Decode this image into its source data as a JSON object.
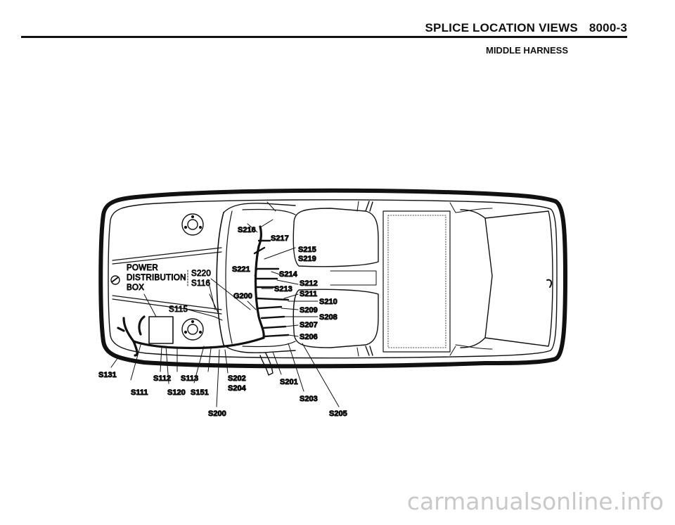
{
  "header": {
    "title": "SPLICE LOCATION VIEWS",
    "code": "8000-3",
    "subtitle": "MIDDLE HARNESS"
  },
  "diagram": {
    "power_box_lines": [
      "POWER",
      "DISTRIBUTION",
      "BOX"
    ],
    "labels": {
      "s216": "S216",
      "s217": "S217",
      "s215": "S215",
      "s219": "S219",
      "s221": "S221",
      "s214": "S214",
      "s212": "S212",
      "s220": "S220",
      "s116": "S116",
      "s213": "S213",
      "g200": "G200",
      "s211": "S211",
      "s210": "S210",
      "s209": "S209",
      "s208": "S208",
      "s115": "S115",
      "s207": "S207",
      "s206": "S206",
      "s131": "S131",
      "s112": "S112",
      "s113": "S113",
      "s202": "S202",
      "s204": "S204",
      "s201": "S201",
      "s111": "S111",
      "s120": "S120",
      "s151": "S151",
      "s203": "S203",
      "s200": "S200",
      "s205": "S205"
    }
  },
  "watermark": "carmanualsonline.info"
}
